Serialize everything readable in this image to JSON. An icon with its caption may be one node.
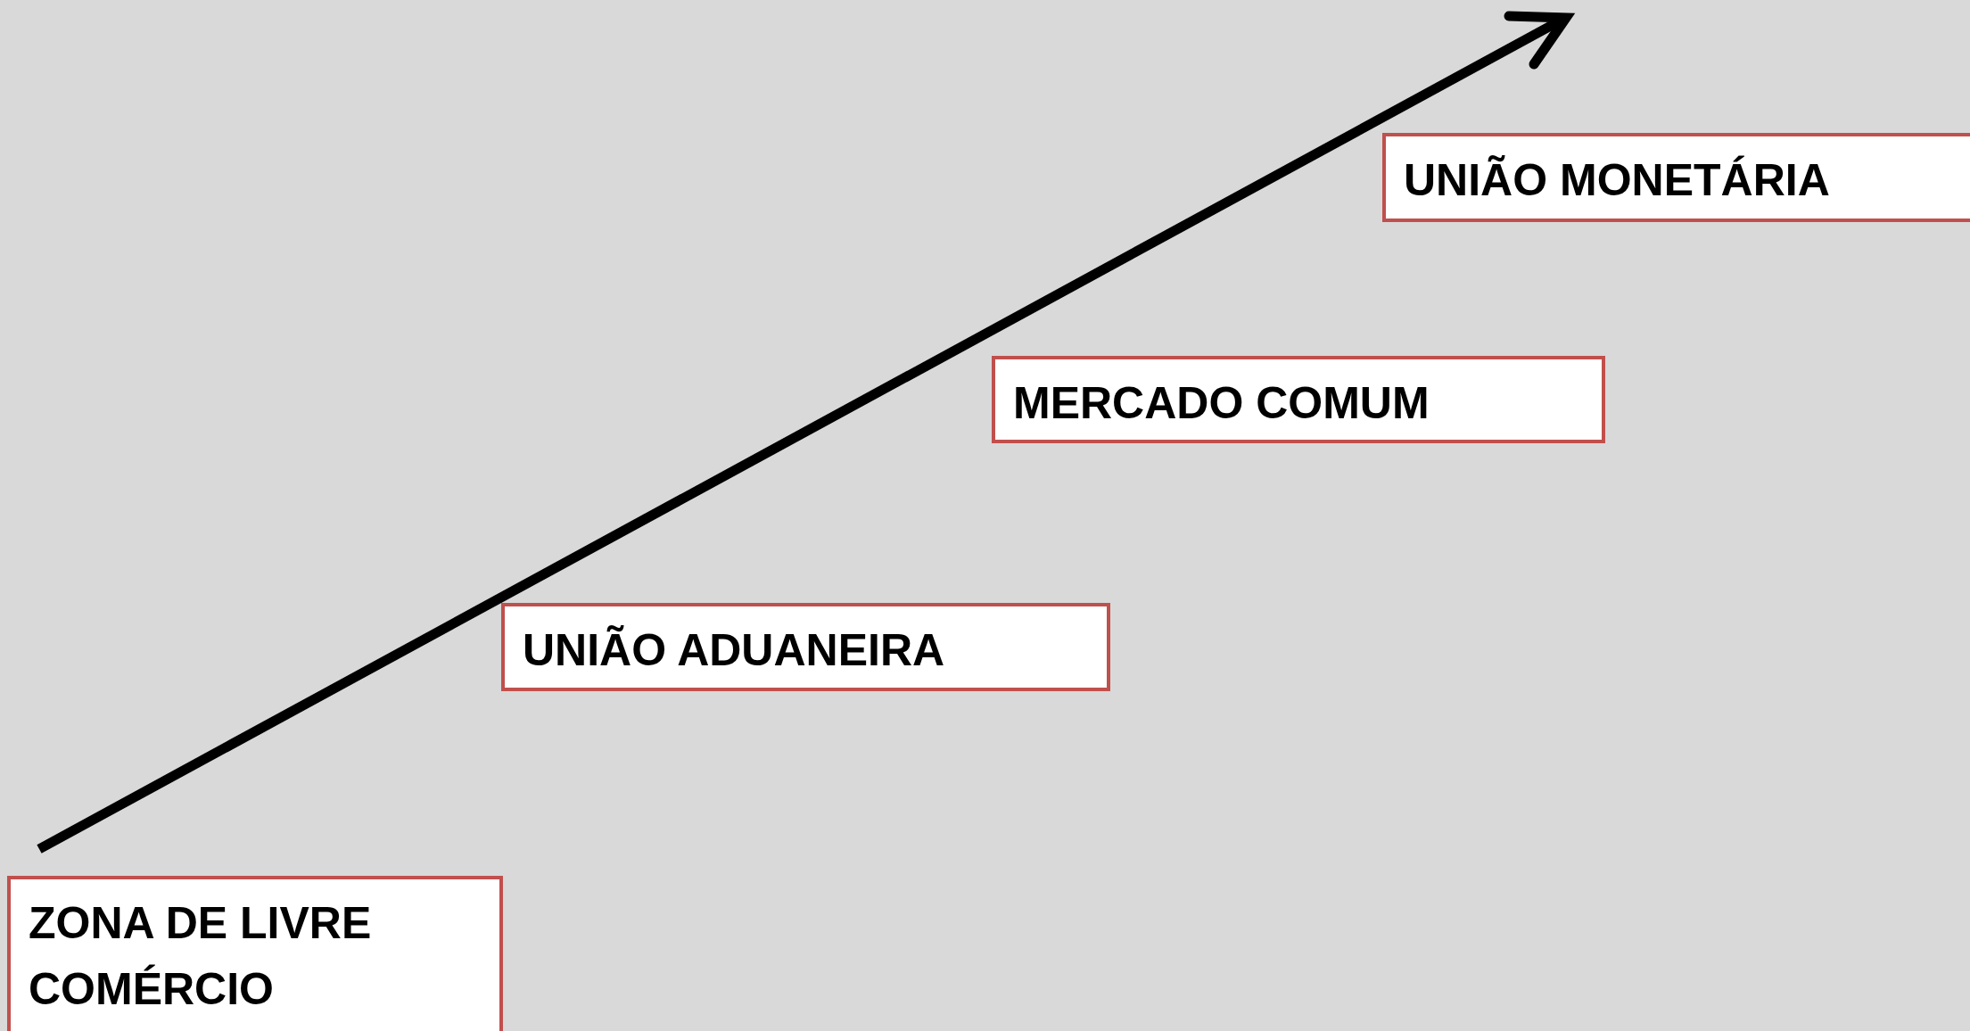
{
  "diagram": {
    "nodes": [
      {
        "text": [
          "ZONA DE LIVRE COMÉRCIO"
        ]
      },
      {
        "text": [
          "UNIÃO ADUANEIRA"
        ]
      },
      {
        "text": [
          "MERCADO COMUM"
        ]
      },
      {
        "text": [
          "UNIÃO MONETÁRIA"
        ]
      }
    ]
  }
}
